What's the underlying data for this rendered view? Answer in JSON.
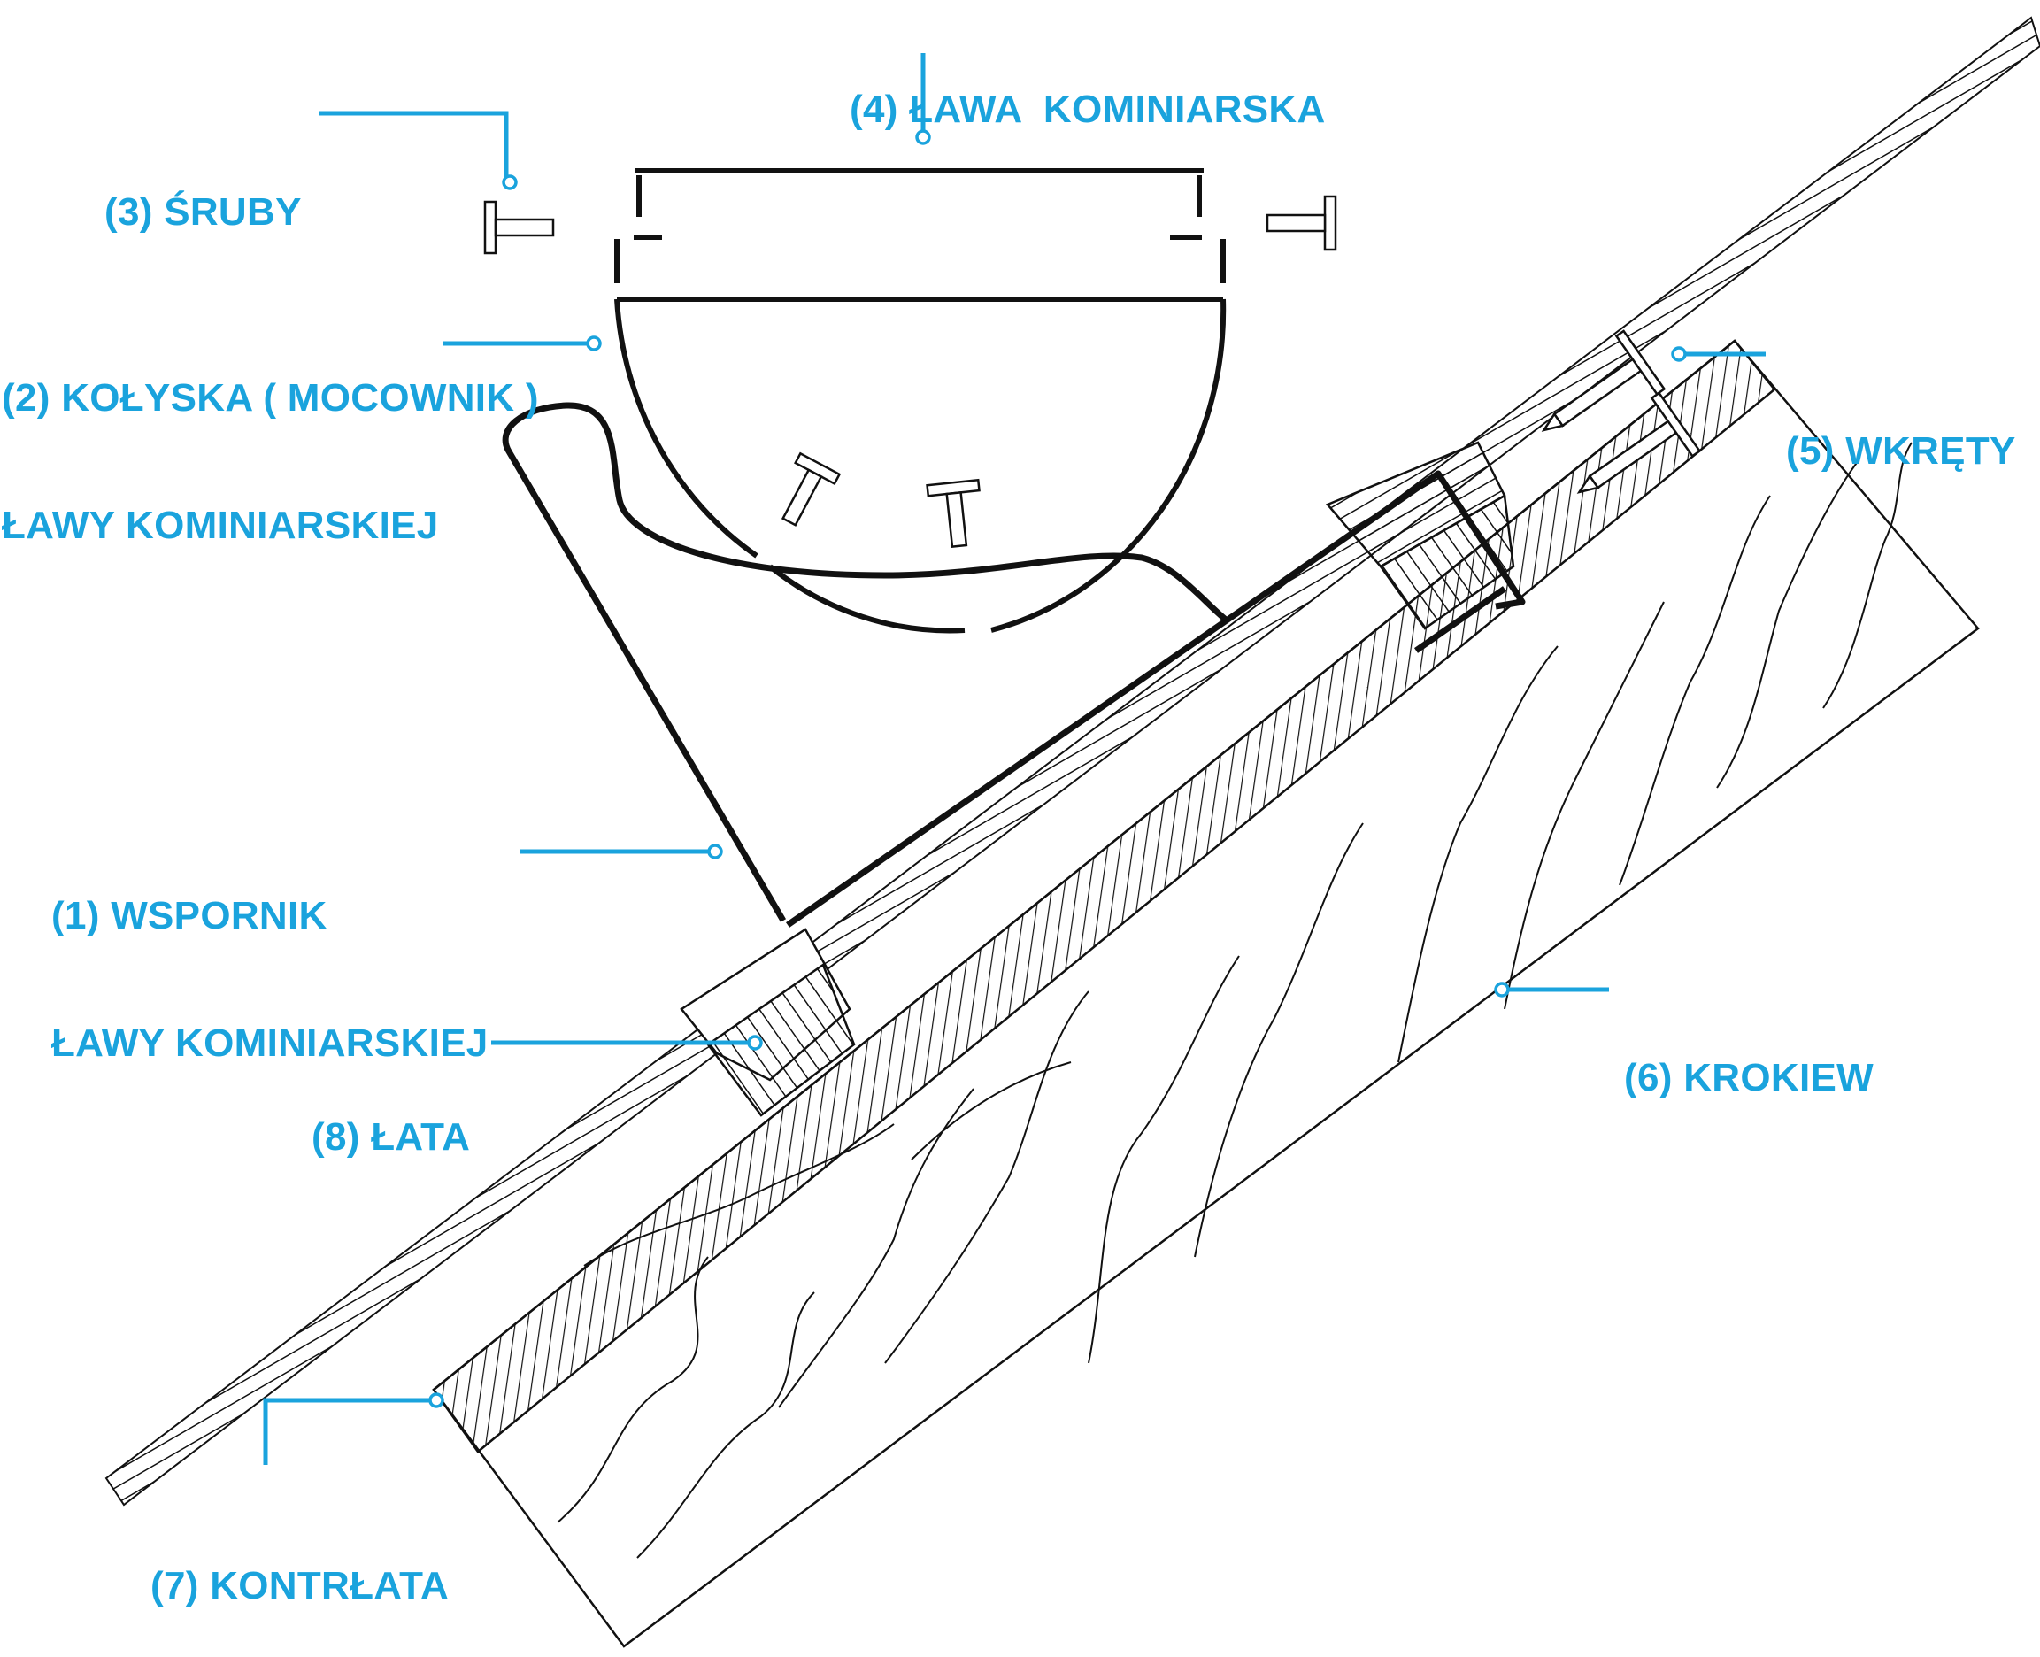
{
  "colors": {
    "accent": "#1aa3dd",
    "ink": "#111111",
    "background": "#ffffff"
  },
  "labels": {
    "wspornik": {
      "line1": "(1) WSPORNIK",
      "line2": "ŁAWY KOMINIARSKIEJ"
    },
    "kolyska": {
      "line1": "(2) KOŁYSKA ( MOCOWNIK )",
      "line2": "ŁAWY KOMINIARSKIEJ"
    },
    "sruby": {
      "text": "(3) ŚRUBY"
    },
    "lawa": {
      "text": "(4) ŁAWA  KOMINIARSKA"
    },
    "wkrety": {
      "text": "(5) WKRĘTY"
    },
    "krokiew": {
      "text": "(6) KROKIEW"
    },
    "kontrlata": {
      "text": "(7) KONTRŁATA"
    },
    "lata": {
      "text": "(8) ŁATA"
    }
  }
}
